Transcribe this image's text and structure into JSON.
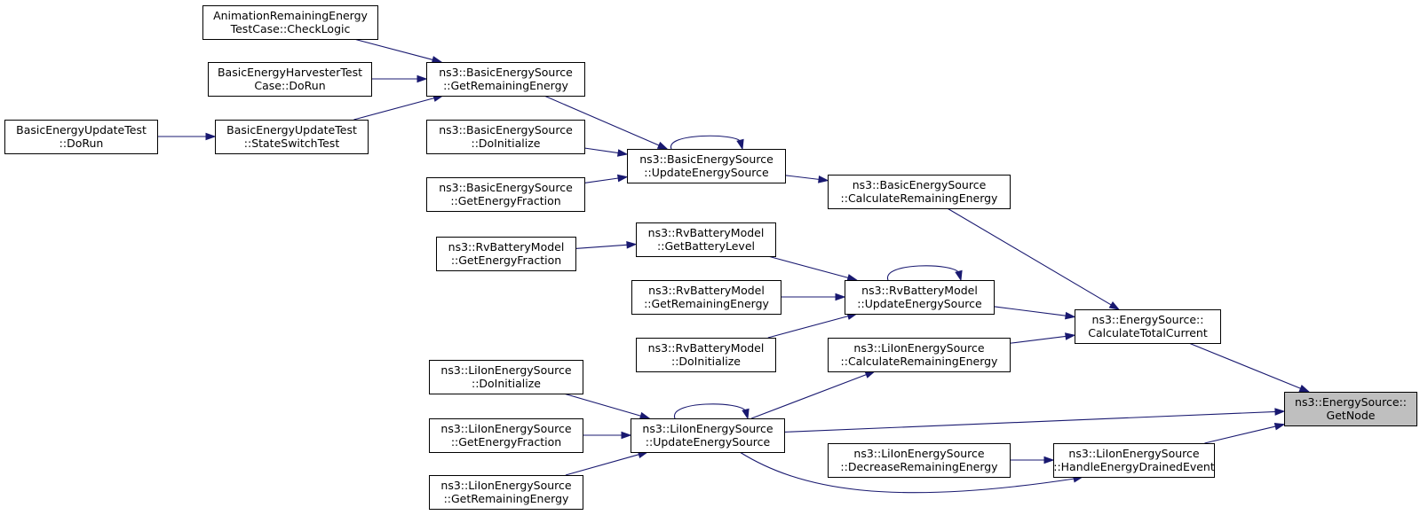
{
  "graph": {
    "colors": {
      "edge": "#191970",
      "node_fill": "#ffffff",
      "highlight_fill": "#bfbfbf",
      "border": "#000000"
    },
    "nodes": [
      {
        "id": "animation-remaining-energy-check-logic",
        "lines": [
          "AnimationRemainingEnergy",
          "TestCase::CheckLogic"
        ]
      },
      {
        "id": "basic-energy-harvester-test-do-run",
        "lines": [
          "BasicEnergyHarvesterTest",
          "Case::DoRun"
        ]
      },
      {
        "id": "basic-energy-update-test-do-run",
        "lines": [
          "BasicEnergyUpdateTest",
          "::DoRun"
        ]
      },
      {
        "id": "basic-energy-update-test-state-switch-test",
        "lines": [
          "BasicEnergyUpdateTest",
          "::StateSwitchTest"
        ]
      },
      {
        "id": "basic-energy-source-get-remaining-energy",
        "lines": [
          "ns3::BasicEnergySource",
          "::GetRemainingEnergy"
        ]
      },
      {
        "id": "basic-energy-source-do-initialize",
        "lines": [
          "ns3::BasicEnergySource",
          "::DoInitialize"
        ]
      },
      {
        "id": "basic-energy-source-get-energy-fraction",
        "lines": [
          "ns3::BasicEnergySource",
          "::GetEnergyFraction"
        ]
      },
      {
        "id": "basic-energy-source-update-energy-source",
        "lines": [
          "ns3::BasicEnergySource",
          "::UpdateEnergySource"
        ]
      },
      {
        "id": "basic-energy-source-calculate-remaining-energy",
        "lines": [
          "ns3::BasicEnergySource",
          "::CalculateRemainingEnergy"
        ]
      },
      {
        "id": "rv-battery-model-get-energy-fraction",
        "lines": [
          "ns3::RvBatteryModel",
          "::GetEnergyFraction"
        ]
      },
      {
        "id": "rv-battery-model-get-battery-level",
        "lines": [
          "ns3::RvBatteryModel",
          "::GetBatteryLevel"
        ]
      },
      {
        "id": "rv-battery-model-get-remaining-energy",
        "lines": [
          "ns3::RvBatteryModel",
          "::GetRemainingEnergy"
        ]
      },
      {
        "id": "rv-battery-model-do-initialize",
        "lines": [
          "ns3::RvBatteryModel",
          "::DoInitialize"
        ]
      },
      {
        "id": "rv-battery-model-update-energy-source",
        "lines": [
          "ns3::RvBatteryModel",
          "::UpdateEnergySource"
        ]
      },
      {
        "id": "li-ion-energy-source-calculate-remaining-energy",
        "lines": [
          "ns3::LiIonEnergySource",
          "::CalculateRemainingEnergy"
        ]
      },
      {
        "id": "energy-source-calculate-total-current",
        "lines": [
          "ns3::EnergySource::",
          "CalculateTotalCurrent"
        ]
      },
      {
        "id": "li-ion-energy-source-do-initialize",
        "lines": [
          "ns3::LiIonEnergySource",
          "::DoInitialize"
        ]
      },
      {
        "id": "li-ion-energy-source-get-energy-fraction",
        "lines": [
          "ns3::LiIonEnergySource",
          "::GetEnergyFraction"
        ]
      },
      {
        "id": "li-ion-energy-source-get-remaining-energy",
        "lines": [
          "ns3::LiIonEnergySource",
          "::GetRemainingEnergy"
        ]
      },
      {
        "id": "li-ion-energy-source-update-energy-source",
        "lines": [
          "ns3::LiIonEnergySource",
          "::UpdateEnergySource"
        ]
      },
      {
        "id": "li-ion-energy-source-decrease-remaining-energy",
        "lines": [
          "ns3::LiIonEnergySource",
          "::DecreaseRemainingEnergy"
        ]
      },
      {
        "id": "li-ion-energy-source-handle-energy-drained-event",
        "lines": [
          "ns3::LiIonEnergySource",
          "::HandleEnergyDrainedEvent"
        ]
      },
      {
        "id": "energy-source-get-node",
        "lines": [
          "ns3::EnergySource::",
          "GetNode"
        ],
        "highlight": true
      }
    ],
    "edges": [
      [
        "animation-remaining-energy-check-logic",
        "basic-energy-source-get-remaining-energy"
      ],
      [
        "basic-energy-harvester-test-do-run",
        "basic-energy-source-get-remaining-energy"
      ],
      [
        "basic-energy-update-test-state-switch-test",
        "basic-energy-source-get-remaining-energy"
      ],
      [
        "basic-energy-update-test-do-run",
        "basic-energy-update-test-state-switch-test"
      ],
      [
        "basic-energy-source-get-remaining-energy",
        "basic-energy-source-update-energy-source"
      ],
      [
        "basic-energy-source-do-initialize",
        "basic-energy-source-update-energy-source"
      ],
      [
        "basic-energy-source-get-energy-fraction",
        "basic-energy-source-update-energy-source"
      ],
      [
        "basic-energy-source-update-energy-source",
        "basic-energy-source-update-energy-source"
      ],
      [
        "basic-energy-source-update-energy-source",
        "basic-energy-source-calculate-remaining-energy"
      ],
      [
        "basic-energy-source-calculate-remaining-energy",
        "energy-source-calculate-total-current"
      ],
      [
        "rv-battery-model-get-energy-fraction",
        "rv-battery-model-get-battery-level"
      ],
      [
        "rv-battery-model-get-battery-level",
        "rv-battery-model-update-energy-source"
      ],
      [
        "rv-battery-model-get-remaining-energy",
        "rv-battery-model-update-energy-source"
      ],
      [
        "rv-battery-model-do-initialize",
        "rv-battery-model-update-energy-source"
      ],
      [
        "rv-battery-model-update-energy-source",
        "rv-battery-model-update-energy-source"
      ],
      [
        "rv-battery-model-update-energy-source",
        "energy-source-calculate-total-current"
      ],
      [
        "li-ion-energy-source-calculate-remaining-energy",
        "energy-source-calculate-total-current"
      ],
      [
        "energy-source-calculate-total-current",
        "energy-source-get-node"
      ],
      [
        "li-ion-energy-source-do-initialize",
        "li-ion-energy-source-update-energy-source"
      ],
      [
        "li-ion-energy-source-get-energy-fraction",
        "li-ion-energy-source-update-energy-source"
      ],
      [
        "li-ion-energy-source-get-remaining-energy",
        "li-ion-energy-source-update-energy-source"
      ],
      [
        "li-ion-energy-source-update-energy-source",
        "li-ion-energy-source-update-energy-source"
      ],
      [
        "li-ion-energy-source-update-energy-source",
        "li-ion-energy-source-calculate-remaining-energy"
      ],
      [
        "li-ion-energy-source-update-energy-source",
        "energy-source-get-node"
      ],
      [
        "li-ion-energy-source-update-energy-source",
        "li-ion-energy-source-handle-energy-drained-event"
      ],
      [
        "li-ion-energy-source-decrease-remaining-energy",
        "li-ion-energy-source-handle-energy-drained-event"
      ],
      [
        "li-ion-energy-source-handle-energy-drained-event",
        "energy-source-get-node"
      ]
    ]
  }
}
